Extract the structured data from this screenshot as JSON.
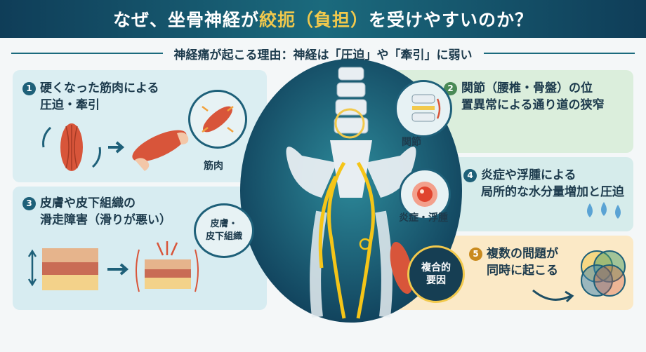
{
  "header": {
    "title_pre": "なぜ、坐骨神経が",
    "title_hl": "絞扼（負担）",
    "title_post": "を受けやすいのか？"
  },
  "subtitle": "神経痛が起こる理由：神経は「圧迫」や「牽引」に弱い",
  "panels": {
    "p1": {
      "num": "1",
      "line1": "硬くなった筋肉による",
      "line2": "圧迫・牽引"
    },
    "p2": {
      "num": "2",
      "line1": "関節（腰椎・骨盤）の位",
      "line2": "置異常による通り道の狭窄"
    },
    "p3": {
      "num": "3",
      "line1": "皮膚や皮下組織の",
      "line2": "滑走障害（滑りが悪い）"
    },
    "p4": {
      "num": "4",
      "line1": "炎症や浮腫による",
      "line2": "局所的な水分量増加と圧迫"
    },
    "p5": {
      "num": "5",
      "line1": "複数の問題が",
      "line2": "同時に起こる"
    }
  },
  "labels": {
    "muscle": "筋肉",
    "joint": "関節",
    "skin_line1": "皮膚・",
    "skin_line2": "皮下組織",
    "inflam": "炎症・浮腫",
    "complex_line1": "複合的",
    "complex_line2": "要因"
  },
  "colors": {
    "banner": "#0f3d58",
    "accent_yellow": "#f2c94c",
    "nerve": "#f5c518",
    "muscle": "#d8553a",
    "bone": "#e8eef2"
  }
}
